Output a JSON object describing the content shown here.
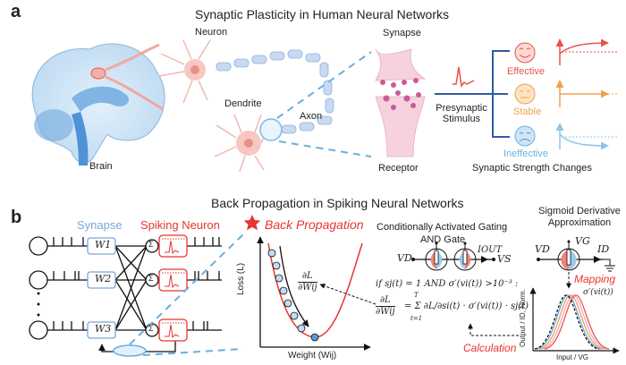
{
  "panel_a": {
    "letter": "a",
    "title": "Synaptic Plasticity in Human Neural Networks",
    "labels": {
      "brain": "Brain",
      "neuron": "Neuron",
      "dendrite": "Dendrite",
      "axon": "Axon",
      "synapse": "Synapse",
      "receptor": "Receptor",
      "presynaptic_line1": "Presynaptic",
      "presynaptic_line2": "Stimulus",
      "strength_changes": "Synaptic Strength Changes"
    },
    "outcomes": [
      {
        "label": "Effective",
        "face": "happy",
        "color": "#e8534a"
      },
      {
        "label": "Stable",
        "face": "neutral",
        "color": "#f0a04b"
      },
      {
        "label": "Ineffective",
        "face": "sad",
        "color": "#6ab0de"
      }
    ]
  },
  "panel_b": {
    "letter": "b",
    "title": "Back Propagation in Spiking Neural Networks",
    "synapse_label": "Synapse",
    "spiking_neuron_label": "Spiking Neuron",
    "weights": [
      "W1",
      "W2",
      "W3"
    ],
    "sum_symbol": "Σ",
    "backprop_label": "Back Propagation",
    "loss_plot": {
      "ylabel": "Loss (L)",
      "xlabel": "Weight (Wij)",
      "gradient_label_num": "∂L",
      "gradient_label_den": "∂Wij"
    },
    "gating": {
      "title": "Conditionally Activated Gating",
      "gate_label": "AND Gate",
      "vd": "VD",
      "iout": "IOUT",
      "vs": "VS",
      "condition": "if sj(t) = 1 AND σ′(vi(t)) >10⁻³ :",
      "equation_lhs_num": "∂L",
      "equation_lhs_den": "∂Wij",
      "equation_rhs": "= Σ ∂L/∂si(t) · σ′(vi(t)) · sj(t)",
      "sum_upper": "T",
      "sum_lower": "t=1",
      "calculation_label": "Calculation"
    },
    "sigmoid": {
      "title_line1": "Sigmoid Derivative",
      "title_line2": "Approximation",
      "vd": "VD",
      "vg": "VG",
      "id": "ID",
      "mapping_label": "Mapping",
      "curve_label": "σ′(vi(t))",
      "ylabel": "Output / ID, Norm.",
      "xlabel": "Input / VG"
    }
  },
  "colors": {
    "red": "#e8352e",
    "blue_light": "#7aa7db",
    "blue_dash": "#6aaee0",
    "orange": "#f0a04b",
    "dark_blue": "#2f5ba8",
    "pink": "#f4b6b0"
  }
}
